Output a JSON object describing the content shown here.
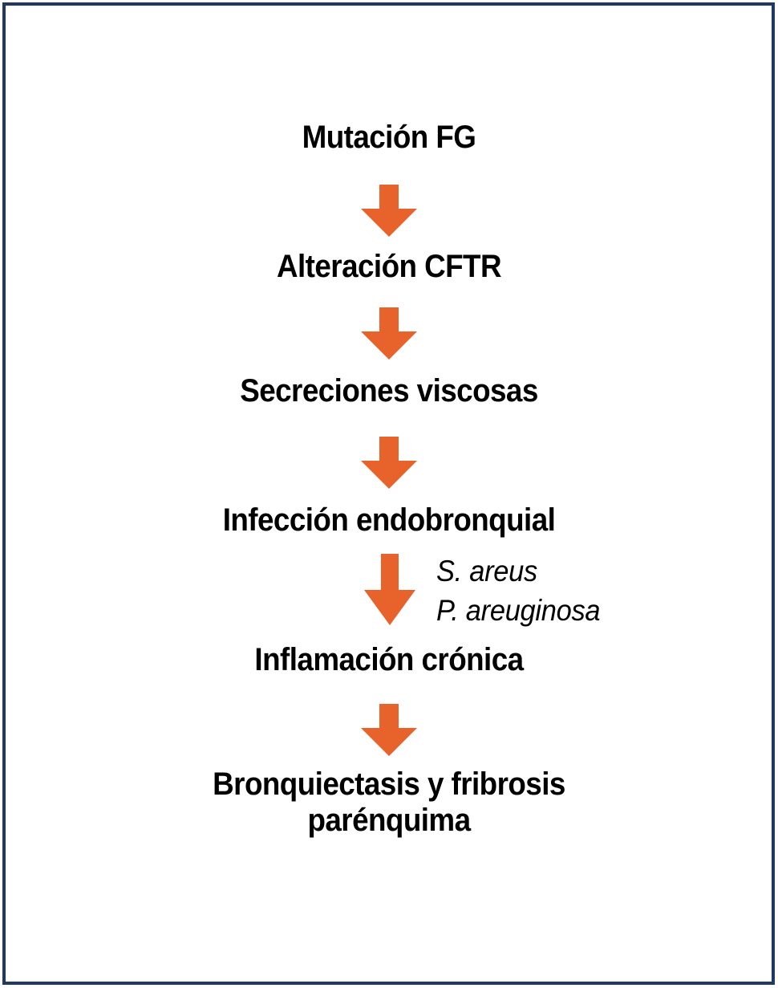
{
  "figure": {
    "kind": "flowchart",
    "title_text": "",
    "background_color": "#FFFFFF",
    "border_color": "#1F3864",
    "arrow_color": "#E8622C",
    "text_color": "#000000",
    "orientation": "vertical-top-down"
  },
  "flow": {
    "steps": [
      {
        "id": "step-1",
        "label": "Mutación FG"
      },
      {
        "id": "step-2",
        "label": "Alteración CFTR"
      },
      {
        "id": "step-3",
        "label": "Secreciones viscosas"
      },
      {
        "id": "step-4",
        "label": "Infección endobronquial"
      },
      {
        "id": "step-5",
        "label": "Inflamación crónica"
      },
      {
        "id": "step-6",
        "label": "Bronquiectasis y fribrosis\nparénquima"
      }
    ],
    "connectors": [
      {
        "id": "arrow-1",
        "from": "step-1",
        "to": "step-2",
        "glyph": "down-arrow"
      },
      {
        "id": "arrow-2",
        "from": "step-2",
        "to": "step-3",
        "glyph": "down-arrow"
      },
      {
        "id": "arrow-3",
        "from": "step-3",
        "to": "step-4",
        "glyph": "down-arrow"
      },
      {
        "id": "arrow-4",
        "from": "step-4",
        "to": "step-5",
        "glyph": "down-arrow"
      },
      {
        "id": "arrow-5",
        "from": "step-5",
        "to": "step-6",
        "glyph": "down-arrow"
      }
    ],
    "annotations": [
      {
        "id": "pathogens",
        "attached_to": "arrow-4",
        "lines": [
          "S. areus",
          "P. areuginosa"
        ],
        "text": "S. areus\nP. areuginosa",
        "style": "italic"
      }
    ]
  }
}
